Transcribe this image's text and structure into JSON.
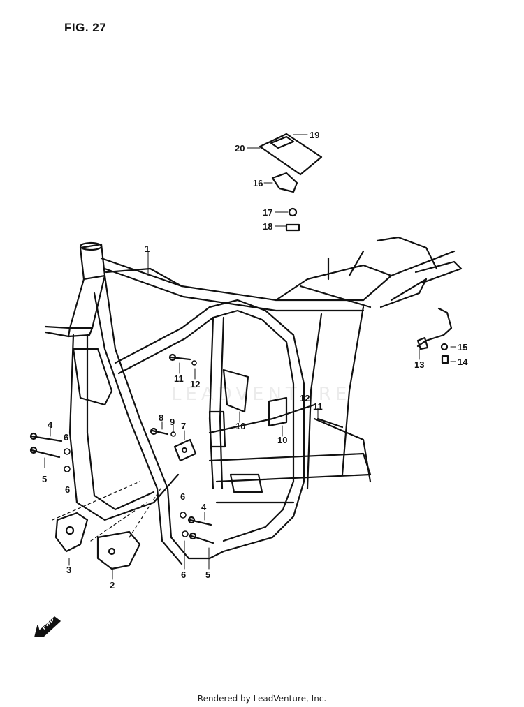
{
  "figure": {
    "title": "FIG. 27"
  },
  "footer": {
    "text": "Rendered by LeadVenture, Inc."
  },
  "watermark": {
    "text": "LEADVENTURE"
  },
  "fwd_arrow": {
    "label": "FWD"
  },
  "callouts": {
    "c1": "1",
    "c2": "2",
    "c3": "3",
    "c4a": "4",
    "c4b": "4",
    "c5a": "5",
    "c5b": "5",
    "c6a": "6",
    "c6b": "6",
    "c6c": "6",
    "c6d": "6",
    "c7": "7",
    "c8": "8",
    "c9": "9",
    "c10a": "10",
    "c10b": "10",
    "c11a": "11",
    "c11b": "11",
    "c12a": "12",
    "c12b": "12",
    "c13": "13",
    "c14": "14",
    "c15": "15",
    "c16": "16",
    "c17": "17",
    "c18": "18",
    "c19": "19",
    "c20": "20"
  },
  "colors": {
    "ink": "#111111",
    "paper": "#ffffff"
  }
}
